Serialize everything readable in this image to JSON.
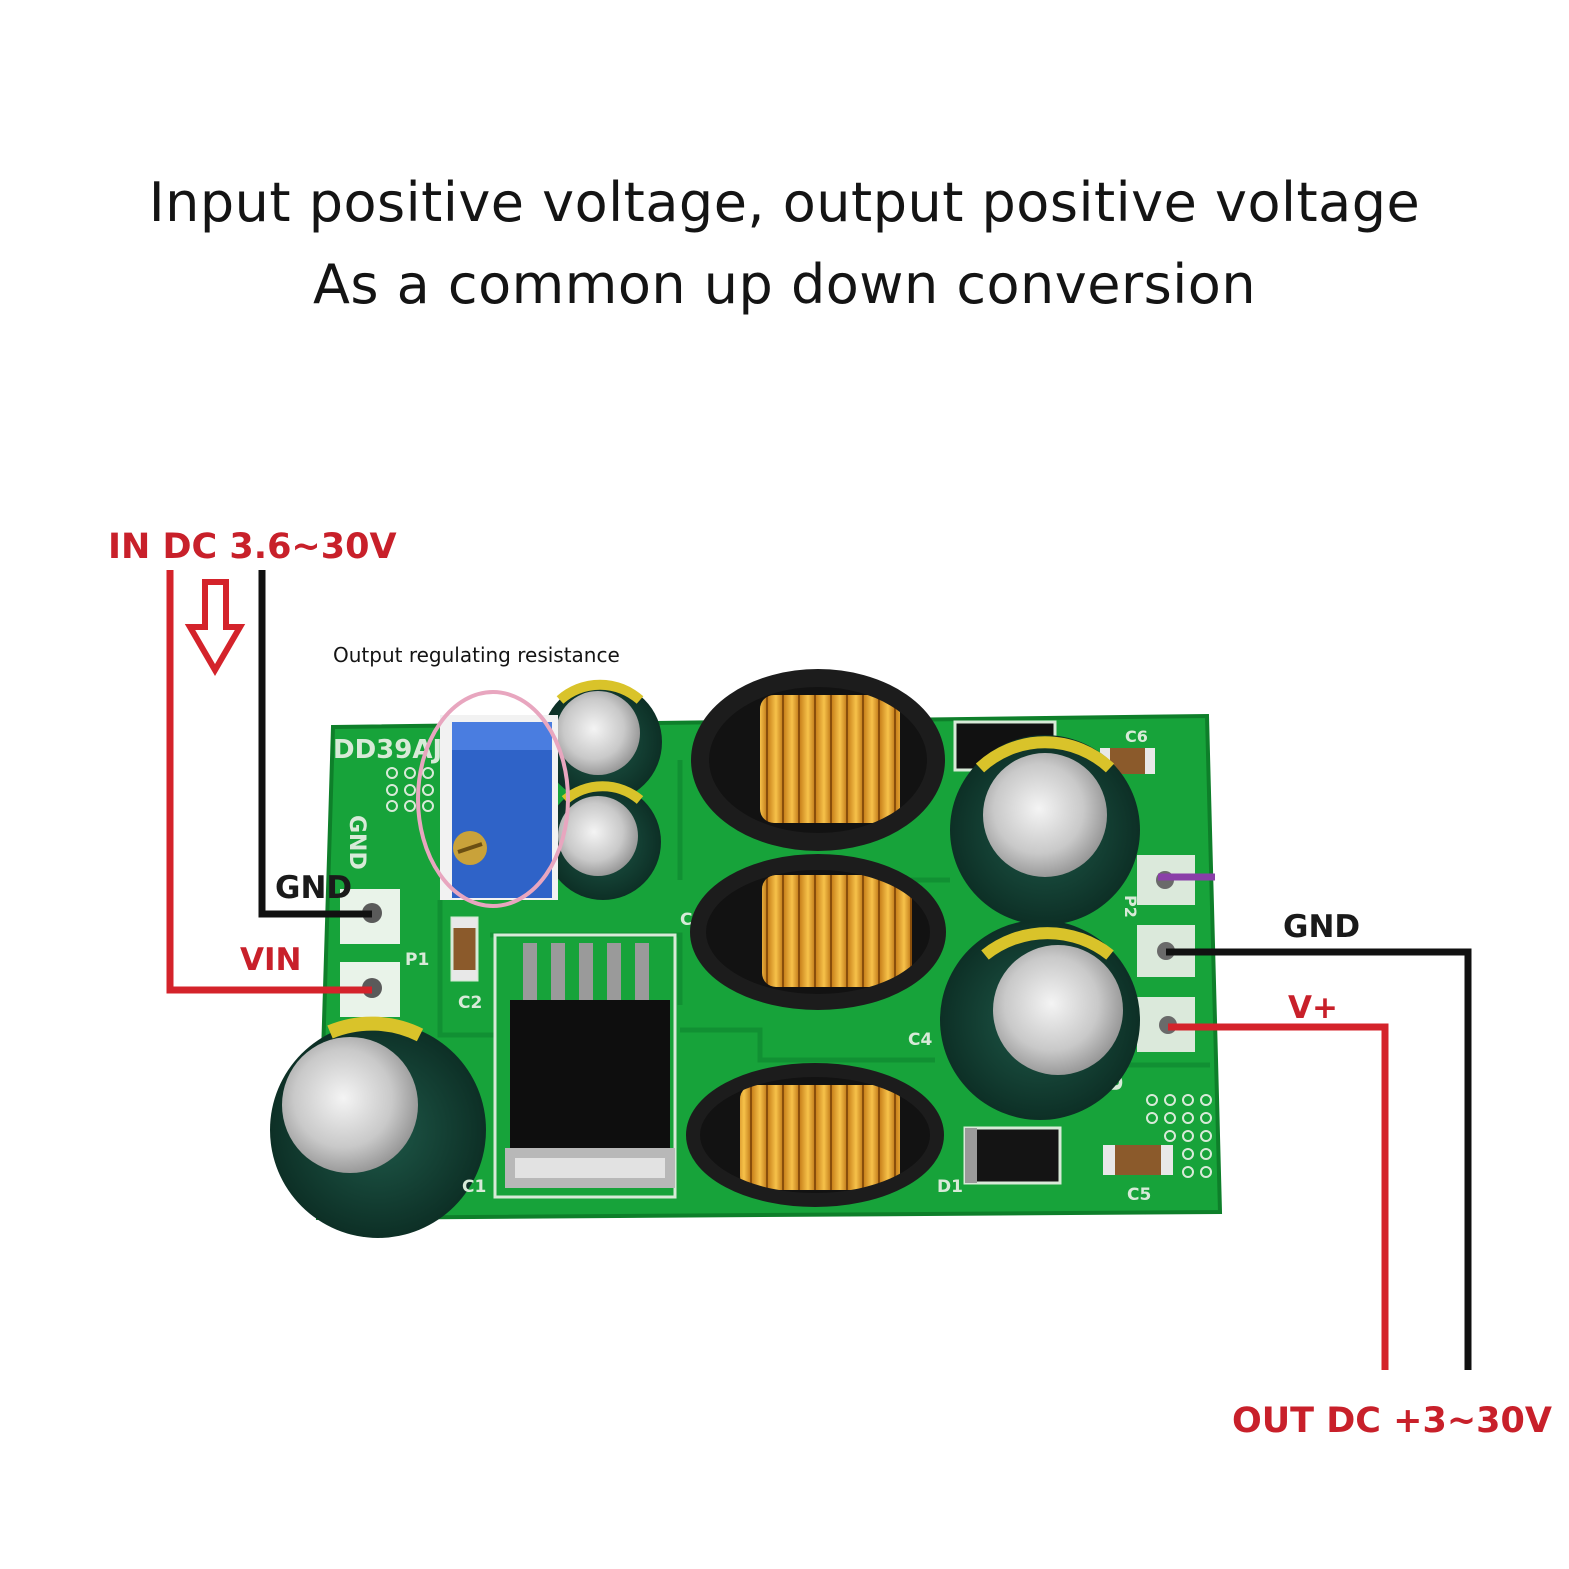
{
  "heading": {
    "line1": "Input positive voltage, output positive voltage",
    "line2": "As a common up down conversion"
  },
  "labels": {
    "input": "IN DC 3.6~30V",
    "output": "OUT DC +3~30V",
    "gnd_in": "GND",
    "vin": "VIN",
    "gnd_out": "GND",
    "vplus": "V+",
    "pot_note": "Output regulating resistance"
  },
  "board_silkscreen": {
    "model": "DD39AJP",
    "gnd": "GND",
    "p1": "P1",
    "p2": "P2",
    "c1": "C1",
    "c2": "C2",
    "c3": "C3",
    "c4": "C4",
    "c5": "C5",
    "c6": "C6",
    "d1": "D1",
    "uplus": "U+"
  },
  "colors": {
    "wire_positive": "#d4232b",
    "wire_ground": "#111111",
    "label_red": "#c8202a",
    "pcb_green": "#17a33a",
    "highlight_circle": "#e8a6bf",
    "marker_purple": "#8a3fa8"
  }
}
